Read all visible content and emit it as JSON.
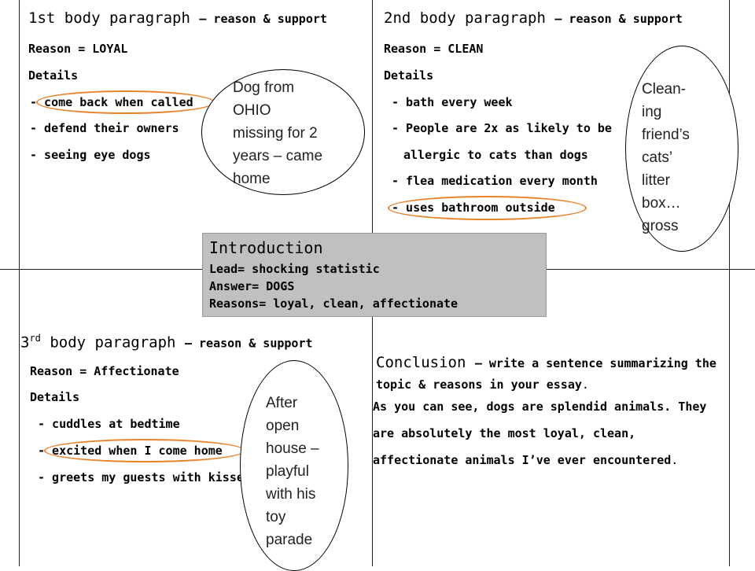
{
  "p1": {
    "title": "1st body paragraph",
    "subtitle": "– reason & support",
    "reason": "Reason = LOYAL",
    "details_label": "Details",
    "details": [
      "- come back when called",
      "- defend their owners",
      "- seeing eye dogs"
    ],
    "bubble": [
      "Dog from",
      "OHIO",
      "missing for 2",
      "years – came",
      "home"
    ]
  },
  "p2": {
    "title": "2nd body paragraph",
    "subtitle": "– reason & support",
    "reason": "Reason = CLEAN",
    "details_label": "Details",
    "details": [
      "- bath every week",
      "- People are 2x as likely to be",
      "allergic to cats than dogs",
      "- flea medication every month",
      "- uses bathroom outside"
    ],
    "bubble": [
      "Clean-",
      "ing",
      "friend’s",
      "cats’",
      "litter",
      "box…",
      "gross"
    ]
  },
  "intro": {
    "title": "Introduction",
    "lead": "Lead= shocking statistic",
    "answer": "Answer= DOGS",
    "reasons": "Reasons= loyal, clean, affectionate"
  },
  "p3": {
    "title_main": "3",
    "title_sup": "rd",
    "title_rest": " body paragraph",
    "subtitle": "– reason & support",
    "reason": "Reason = Affectionate",
    "details_label": "Details",
    "details": [
      "- cuddles at bedtime",
      "- excited when I come home",
      "- greets my guests with kisses"
    ],
    "bubble": [
      "After",
      "open",
      "house –",
      "playful",
      "with his",
      "toy",
      "parade"
    ]
  },
  "conclusion": {
    "title": "Conclusion",
    "instr1": "– write a sentence summarizing the",
    "instr2": "topic & reasons in your essay",
    "instr2_end": ".",
    "body1": "As you can see, dogs are splendid animals.  They",
    "body2": "are absolutely the most loyal, clean,",
    "body3": "affectionate animals I’ve ever encountered",
    "body3_end": "."
  },
  "colors": {
    "highlight": "#e8832a",
    "intro_bg": "#c0c0c0"
  }
}
